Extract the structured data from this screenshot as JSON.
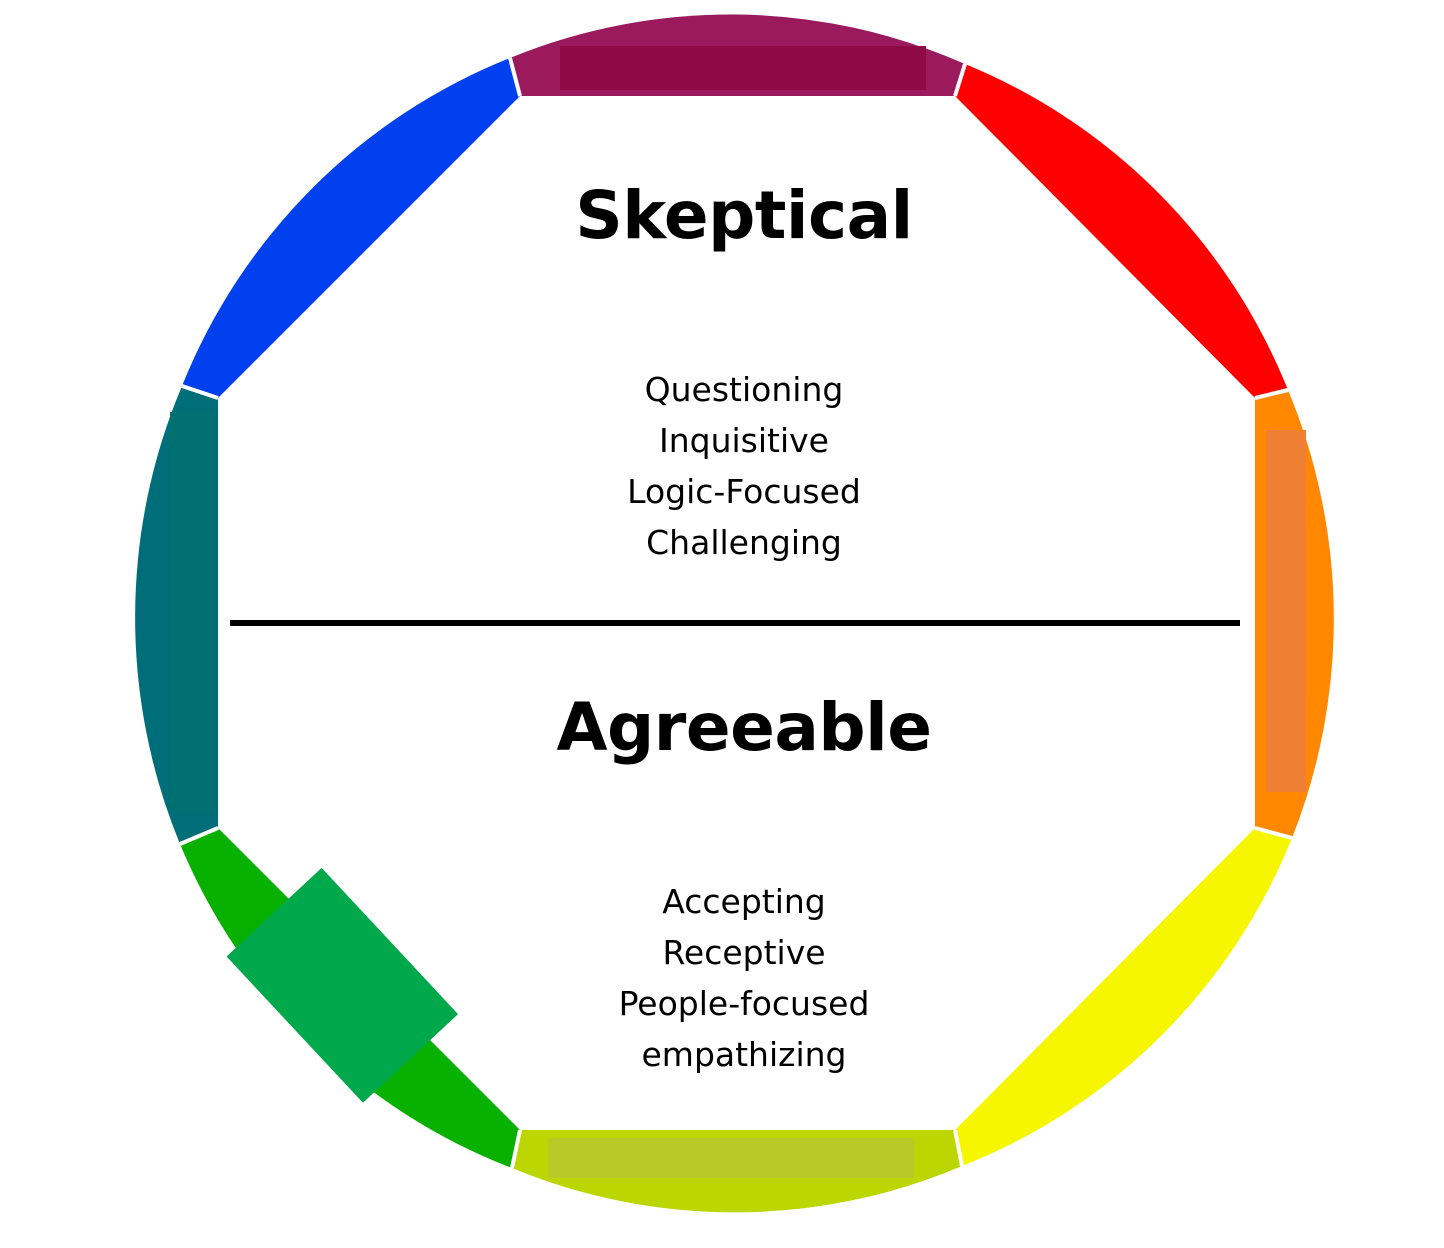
{
  "wheel": {
    "segments": [
      {
        "name": "top",
        "color": "#9b1a5e",
        "inner_color": "#8e0a46"
      },
      {
        "name": "top-right",
        "color": "#ff0000"
      },
      {
        "name": "right",
        "color": "#ff8800",
        "inner_color": "#ef8033"
      },
      {
        "name": "bottom-right",
        "color": "#f6f600"
      },
      {
        "name": "bottom",
        "color": "#bbd600",
        "inner_color": "#b8c928"
      },
      {
        "name": "bottom-left",
        "color": "#08b000",
        "inner_color": "#00a84c"
      },
      {
        "name": "left",
        "color": "#006e78",
        "inner_color": "#007070"
      },
      {
        "name": "top-left",
        "color": "#0040ee"
      }
    ],
    "divider_color": "#000000"
  },
  "upper": {
    "title": "Skeptical",
    "traits": [
      "Questioning",
      "Inquisitive",
      "Logic-Focused",
      "Challenging"
    ]
  },
  "lower": {
    "title": "Agreeable",
    "traits": [
      "Accepting",
      "Receptive",
      "People-focused",
      "empathizing"
    ]
  }
}
